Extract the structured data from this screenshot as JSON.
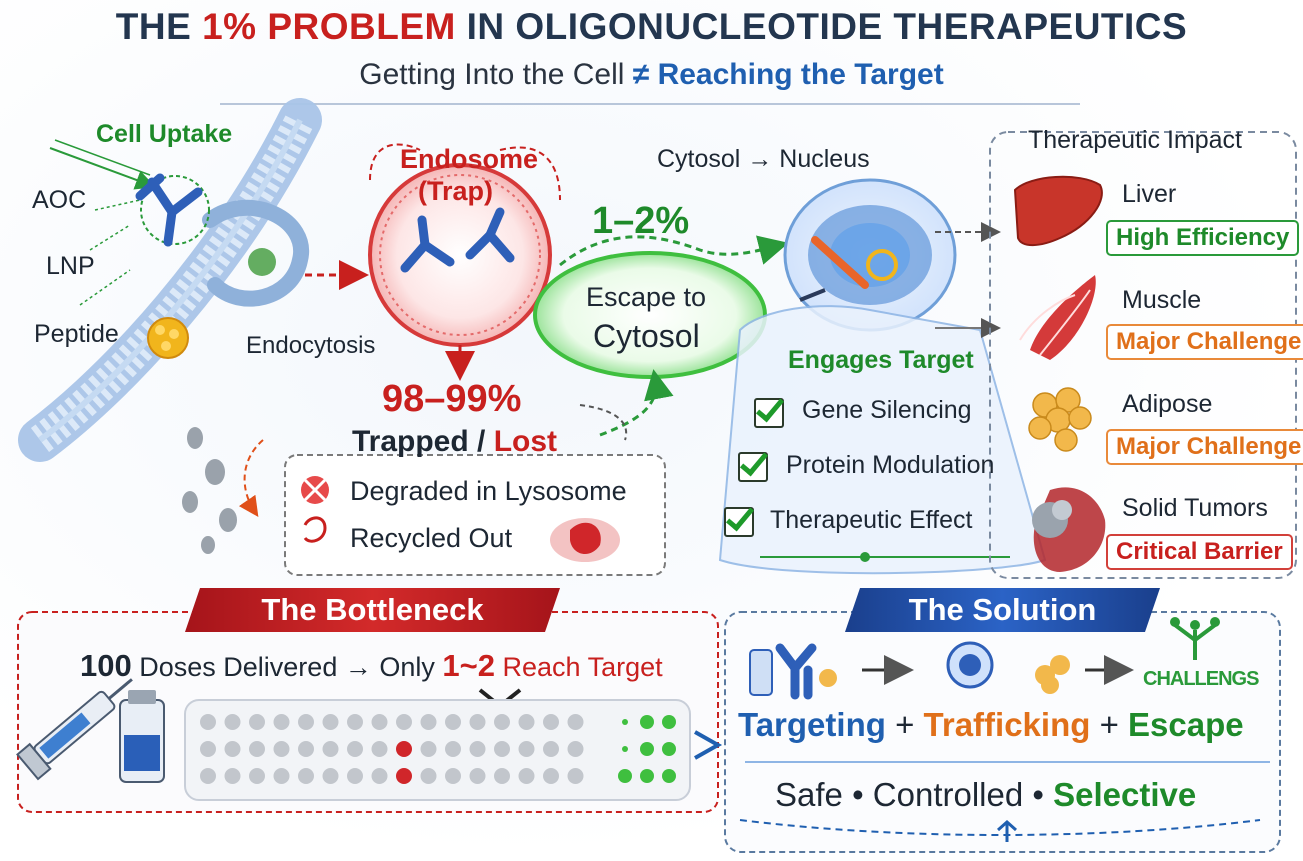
{
  "title": {
    "part1": "THE ",
    "highlight": "1% PROBLEM",
    "part2": " IN OLIGONUCLEOTIDE THERAPEUTICS"
  },
  "subtitle": {
    "left": "Getting Into the Cell",
    "symbol": "≠",
    "right": "Reaching the Target"
  },
  "uptake": {
    "heading": "Cell Uptake",
    "carriers": [
      "AOC",
      "LNP",
      "Peptide"
    ],
    "endocytosis": "Endocytosis"
  },
  "endosome": {
    "line1": "Endosome",
    "line2": "(Trap)"
  },
  "escape": {
    "percent": "1–2%",
    "line1": "Escape to",
    "line2": "Cytosol"
  },
  "cytosol": {
    "from": "Cytosol",
    "arrow": "→",
    "to": "Nucleus"
  },
  "trapped": {
    "percent": "98–99%",
    "label": "Trapped /",
    "lost": "Lost",
    "items": [
      "Degraded in Lysosome",
      "Recycled Out"
    ]
  },
  "engages": {
    "heading": "Engages Target",
    "items": [
      "Gene Silencing",
      "Protein Modulation",
      "Therapeutic Effect"
    ]
  },
  "impact": {
    "heading": "Therapeutic Impact",
    "tissues": [
      {
        "name": "Liver",
        "status": "High Efficiency",
        "color": "#1e8a2a"
      },
      {
        "name": "Muscle",
        "status": "Major Challenge",
        "color": "#e0701a"
      },
      {
        "name": "Adipose",
        "status": "Major Challenge",
        "color": "#e0701a"
      },
      {
        "name": "Solid Tumors",
        "status": "Critical Barrier",
        "color": "#c8201e"
      }
    ]
  },
  "bottleneck": {
    "banner": "The Bottleneck",
    "n1": "100",
    "t1": "Doses Delivered",
    "arrow": "→",
    "t2": "Only",
    "n2": "1~2",
    "t3": "Reach Target"
  },
  "solution": {
    "banner": "The Solution",
    "icon_label": "CHALLENGS",
    "w1": "Targeting",
    "plus": "+",
    "w2": "Trafficking",
    "w3": "Escape",
    "p1": "Safe",
    "dot": "•",
    "p2": "Controlled",
    "p3": "Selective"
  },
  "colors": {
    "red": "#c8201e",
    "green": "#1e8a2a",
    "blue": "#1f5fb0",
    "orange": "#e0701a",
    "navy": "#23364f"
  }
}
